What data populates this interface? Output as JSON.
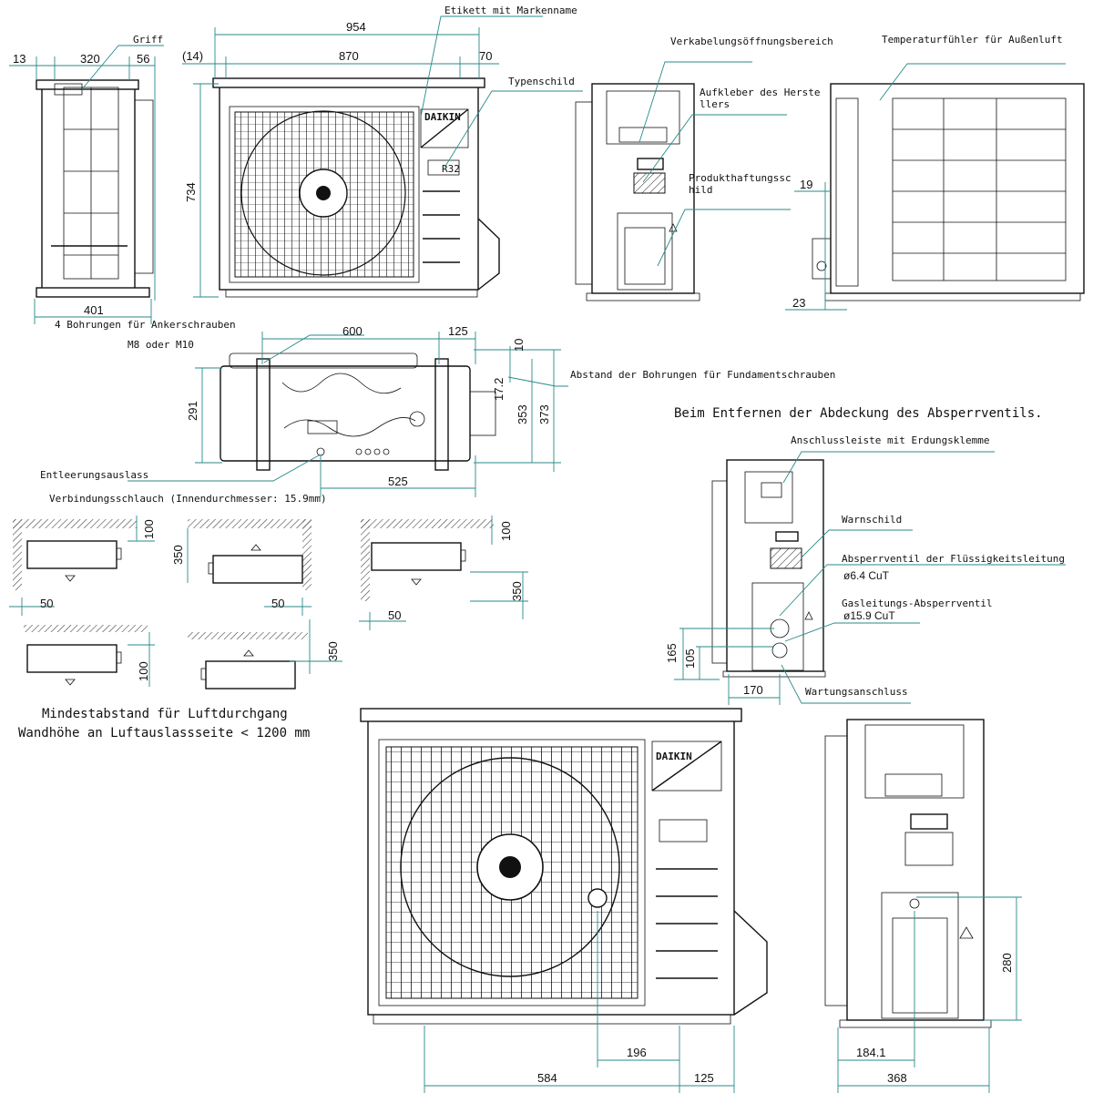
{
  "labels": {
    "griff": "Griff",
    "etikett": "Etikett mit Markenname",
    "typenschild": "Typenschild",
    "verkabelung": "Verkabelungsöffnungsbereich",
    "aufkleber_1": "Aufkleber des Herste",
    "aufkleber_2": "llers",
    "produkthaftung_1": "Produkthaftungssc",
    "produkthaftung_2": "hild",
    "temperaturfuehler": "Temperaturfühler für Außenluft",
    "bohrungen_anker": "4 Bohrungen für Ankerschrauben",
    "m8": "M8 oder M10",
    "abstand_bohrungen": "Abstand der Bohrungen für Fundamentschrauben",
    "entfernen": "Beim Entfernen der Abdeckung des Absperrventils.",
    "anschlussleiste": "Anschlussleiste mit Erdungsklemme",
    "entleerung": "Entleerungsauslass",
    "verbindungsschlauch": "Verbindungsschlauch (Innendurchmesser: 15.9mm)",
    "warnschild": "Warnschild",
    "absperrventil_fluessig": "Absperrventil der Flüssigkeitsleitung",
    "cu64": "ø6.4 CuT",
    "gasleitung": "Gasleitungs-Absperrventil",
    "cu159": "ø15.9 CuT",
    "wartung": "Wartungsanschluss",
    "mindestabstand": "Mindestabstand für Luftdurchgang",
    "wandhoehe": "Wandhöhe an Luftauslassseite < 1200 mm",
    "brand": "DAIKIN",
    "refrigerant": "R32"
  },
  "dims": {
    "d13": "13",
    "d320": "320",
    "d56": "56",
    "d401": "401",
    "d14": "(14)",
    "d954": "954",
    "d870": "870",
    "d70": "70",
    "d734": "734",
    "d19": "19",
    "d23": "23",
    "d600": "600",
    "d125a": "125",
    "d10": "10",
    "d17_2": "17.2",
    "d291": "291",
    "d353": "353",
    "d373": "373",
    "d525": "525",
    "c100a": "100",
    "c50a": "50",
    "c350a": "350",
    "c50b": "50",
    "c100b": "100",
    "c350b": "350",
    "c50c": "50",
    "c100c": "100",
    "c350c": "350",
    "d165": "165",
    "d105": "105",
    "d170": "170",
    "d584": "584",
    "d196": "196",
    "d125b": "125",
    "d280": "280",
    "d184_1": "184.1",
    "d368": "368"
  }
}
